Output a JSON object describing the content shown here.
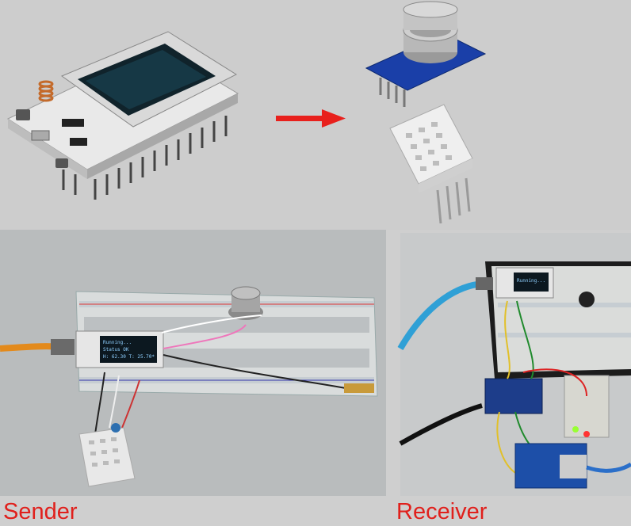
{
  "captions": {
    "sender": "Sender",
    "receiver": "Receiver"
  },
  "sender_oled": {
    "line1": "Running...",
    "line2": "Status OK",
    "line3": "H: 62.30 T: 25.70*"
  },
  "receiver_oled": {
    "line1": "Running..."
  },
  "colors": {
    "background": "#cfcfcf",
    "arrow": "#e8201c",
    "caption": "#e0201c",
    "oled_text": "#8fd0ff"
  },
  "icons": [
    "esp32-lora-oled-board",
    "gas-sensor-module",
    "dht22-sensor",
    "right-arrow"
  ]
}
